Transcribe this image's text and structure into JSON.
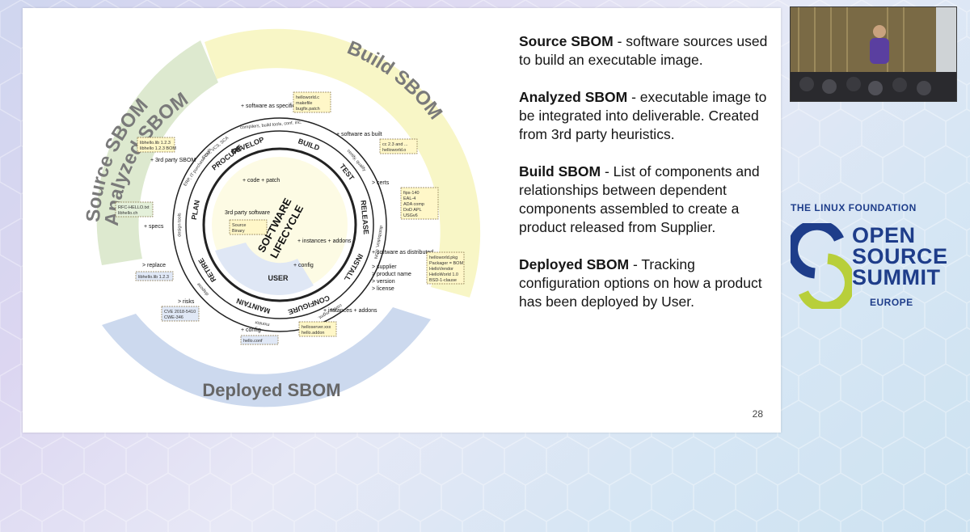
{
  "diagram": {
    "arc_labels": {
      "source": "Source SBOM",
      "analyzed": "Analyzed SBOM",
      "build": "Build SBOM",
      "deployed": "Deployed SBOM"
    },
    "center": "SOFTWARE LIFECYCLE",
    "center_line1": "SOFTWARE",
    "center_line2": "LIFECYCLE",
    "phases": [
      "DEVELOP",
      "BUILD",
      "TEST",
      "RELEASE",
      "INSTALL",
      "CONFIGURE",
      "MAINTAIN",
      "RETIRE",
      "PLAN",
      "PROCURE"
    ],
    "user": "USER",
    "outer_ring": [
      "compilers, build tools, conf. inc.",
      "certify, qualify",
      "distribution, CDN",
      "config. mgmt.",
      "monitor",
      "dispose",
      "design tools",
      "ERP, IT purchase tools",
      "SCM, VCS, SCA"
    ],
    "annotations": {
      "sw_specified": "+ software as specified",
      "sw_built": "+ software as built",
      "certs": "> certs",
      "sw_distributed": "+ software as distributed",
      "supplier": "> supplier",
      "product_name": "> product name",
      "version": "> version",
      "license": "> license",
      "instances": "+ instances + addons",
      "config": "+ config",
      "risks": "> risks",
      "replace": "> replace",
      "specs": "+ specs",
      "third_party": "+ 3rd party SBOM",
      "code_patch": "+ code + patch",
      "third_party_sw": "3rd party software",
      "inner_instances": "+ instances + addons",
      "inner_config": "+ config"
    },
    "notes": {
      "develop_files": [
        "helloworld.c",
        "makefile",
        "bugfix.patch"
      ],
      "build_files": [
        "cc 2.3 and ...",
        "helloworld.o"
      ],
      "cert_files": [
        "fips-140",
        "EAL-4",
        "ADA comp",
        "DoD APL",
        "USGv6"
      ],
      "dist_files": [
        "helloworld.pkg",
        "Packager = BOM",
        "HelloVendor",
        "HelloWorld 1.0",
        "BSD-1-clause"
      ],
      "instance_files": [
        "helloserver.xxx",
        "hello.addon"
      ],
      "config_files": [
        "hello.conf"
      ],
      "risk_files": [
        "CVE 2018-5410",
        "CWE-346"
      ],
      "replace_files": [
        "libhello.lib 1.2.3"
      ],
      "spec_files": [
        "RFC-HELLO.txt",
        "libhello.ch"
      ],
      "sbom_files": [
        "libhello.lib 1.2.3",
        "libhello 1.2.3 BOM"
      ],
      "third_files": [
        "Source",
        "Binary"
      ]
    }
  },
  "paragraphs": [
    {
      "title": "Source SBOM",
      "text": " - software sources used to build an executable image."
    },
    {
      "title": "Analyzed SBOM",
      "text": " -  executable image to be integrated into deliverable. Created from 3rd party heuristics."
    },
    {
      "title": "Build SBOM",
      "text": " -  List of components and relationships between dependent components assembled to create a product released from Supplier."
    },
    {
      "title": "Deployed SBOM",
      "text": " - Tracking configuration options on how a product has been deployed by User."
    }
  ],
  "slide_number": "28",
  "branding": {
    "org": "THE LINUX FOUNDATION",
    "line1": "OPEN",
    "line2": "SOURCE",
    "line3": "SUMMIT",
    "region": "EUROPE"
  },
  "colors": {
    "build_arc": "#f8f6c6",
    "source_arc": "#dde9cf",
    "deployed_arc": "#ccd9ee",
    "brand_blue": "#1e3d8a",
    "brand_green": "#b8cf3a"
  }
}
